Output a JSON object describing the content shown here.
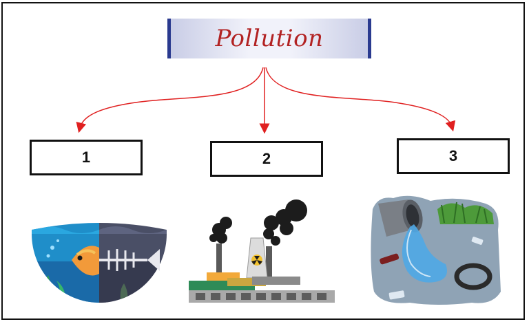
{
  "title": "Pollution",
  "boxes": [
    {
      "label": "1",
      "icon": "water-pollution-icon"
    },
    {
      "label": "2",
      "icon": "air-pollution-icon"
    },
    {
      "label": "3",
      "icon": "sewage-pollution-icon"
    }
  ],
  "colors": {
    "arrow": "#e02020",
    "title_text": "#b22222",
    "banner_edge": "#2a3a8f",
    "border": "#111111"
  }
}
